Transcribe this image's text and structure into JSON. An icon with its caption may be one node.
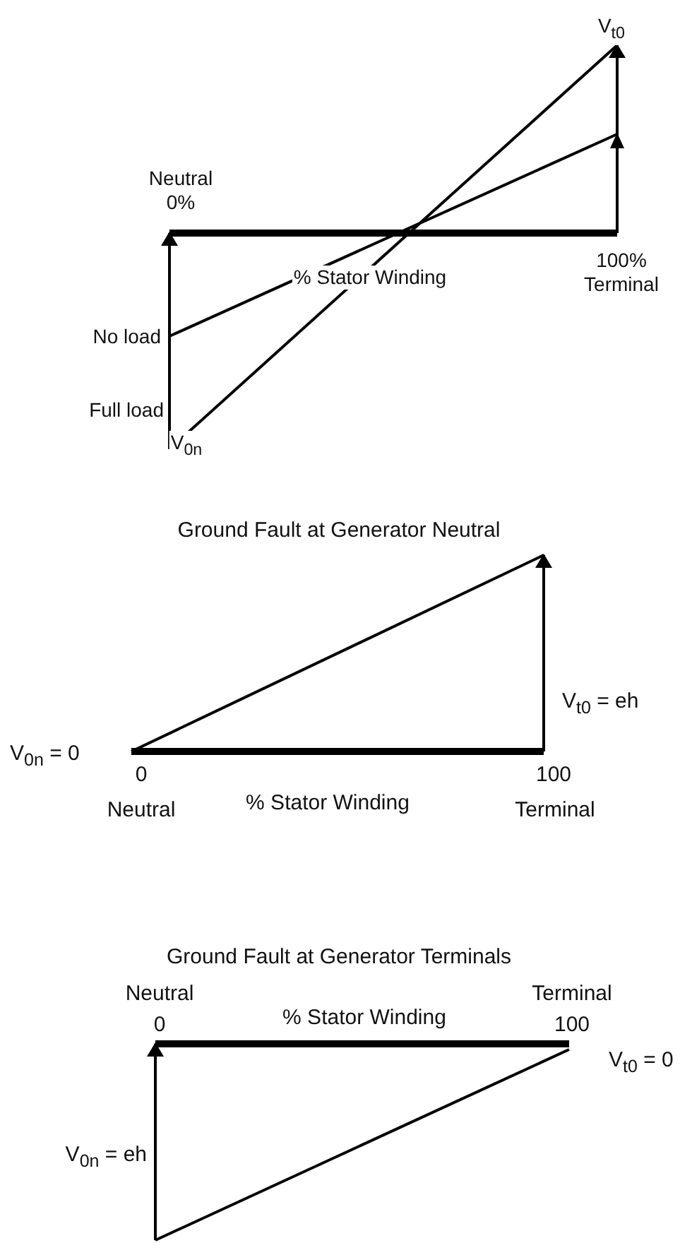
{
  "diagram": {
    "labels": [
      "V$_{t0}$",
      "Neutral 0%",
      "% Stator Winding",
      "100% Terminal",
      "No load",
      "Full load",
      "V$_{0n}$",
      "Ground Fault at Generator Neutral",
      "V$_{t0}$ = eh",
      "V$_{0n}$ = 0",
      "0",
      "100",
      "Neutral",
      "% Stator Winding",
      "Terminal",
      "Ground Fault at Generator Terminals",
      "Neutral",
      "Terminal",
      "0",
      "% Stator Winding",
      "100",
      "V$_{t0}$ = 0",
      "V$_{0n}$ = eh"
    ]
  }
}
